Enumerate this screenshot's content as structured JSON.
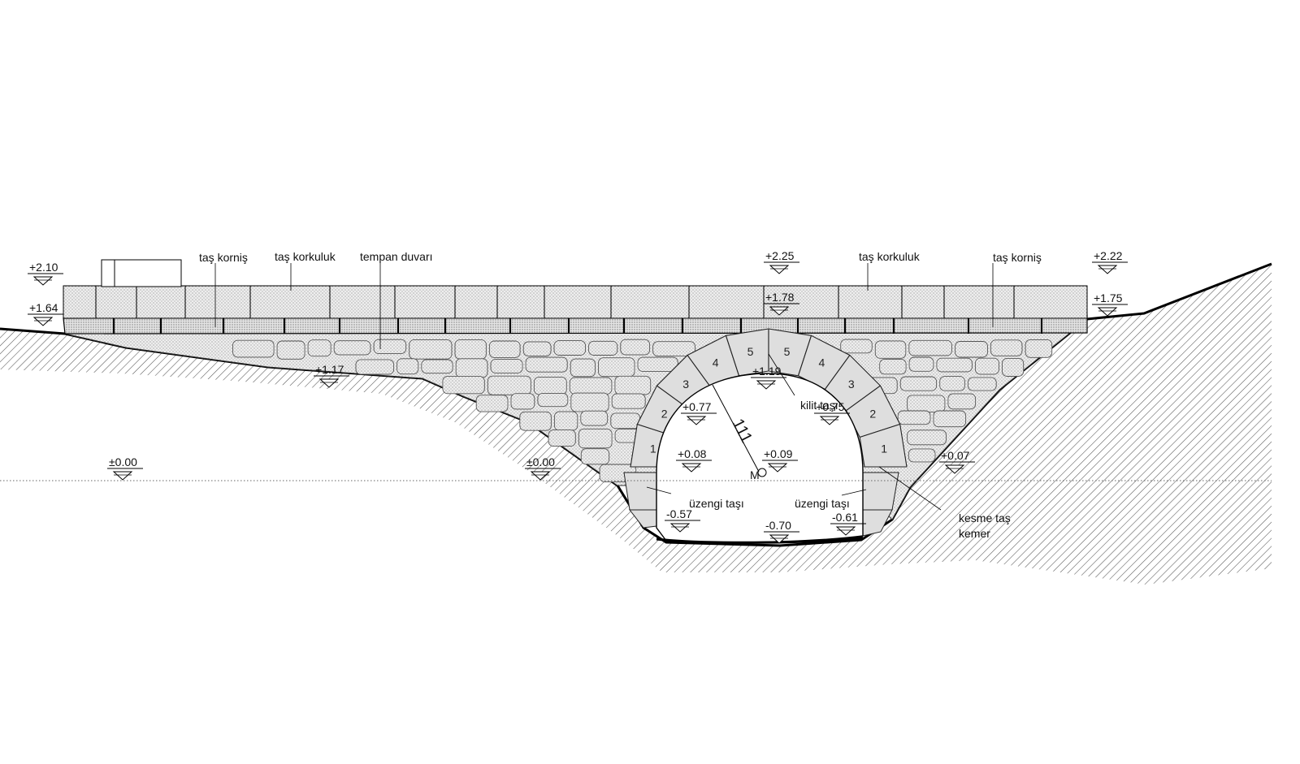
{
  "drawing": {
    "labels": {
      "tas_kornis_left": "taş korniş",
      "tas_korkuluk_left": "taş korkuluk",
      "tempan_duvari": "tempan duvarı",
      "tas_korkuluk_right": "taş korkuluk",
      "tas_kornis_right": "taş korniş",
      "kilit_tasi": "kilit taşı",
      "uzengi_tasi_left": "üzengi taşı",
      "uzengi_tasi_right": "üzengi taşı",
      "kesme_tas": "kesme taş",
      "kemer": "kemer",
      "center_mark": "M",
      "radius": "111"
    },
    "elevations": {
      "left_top": "+2.10",
      "left_road": "+1.64",
      "left_low": "+1.17",
      "datum_left": "±0.00",
      "datum_mid": "±0.00",
      "crown_top": "+2.25",
      "crown_road": "+1.78",
      "intrados": "+1.19",
      "arch_left": "+0.77",
      "arch_right": "+0.75",
      "spring_left": "+0.08",
      "spring_mid": "+0.09",
      "spring_right": "+0.07",
      "base_left": "-0.57",
      "base_mid": "-0.70",
      "base_right": "-0.61",
      "right_top": "+2.22",
      "right_road": "+1.75"
    },
    "voussoir_numbers": [
      "1",
      "2",
      "3",
      "4",
      "5",
      "5",
      "4",
      "3",
      "2",
      "1"
    ]
  }
}
